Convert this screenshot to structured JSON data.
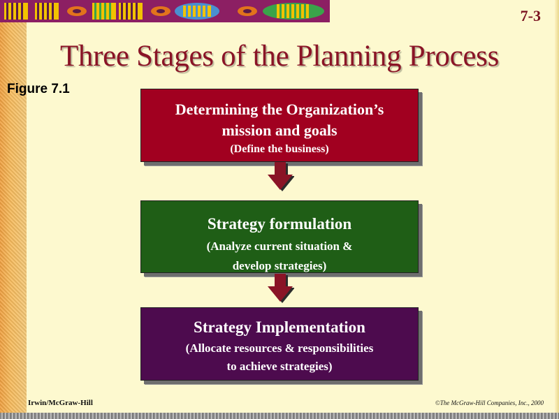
{
  "slide": {
    "number": "7-3",
    "title": "Three Stages of the Planning Process",
    "figure_label": "Figure  7.1"
  },
  "stages": [
    {
      "main_line1": "Determining the Organization’s",
      "main_line2": "mission and goals",
      "sub_line1": "(Define the business)",
      "color": "#a10020"
    },
    {
      "main_line1": "Strategy formulation",
      "sub_line1": "(Analyze current situation &",
      "sub_line2": "develop strategies)",
      "color": "#1f5e16"
    },
    {
      "main_line1": "Strategy Implementation",
      "sub_line1": "(Allocate resources & responsibilities",
      "sub_line2": "to achieve strategies)",
      "color": "#4d0b4e"
    }
  ],
  "footer": {
    "publisher": "Irwin/McGraw-Hill",
    "copyright": "©The McGraw-Hill Companies, Inc., 2000"
  },
  "theme": {
    "background": "#fdf9cf",
    "title_color": "#8a1426",
    "arrow_color": "#8a1426",
    "left_band": "#f4b35a"
  },
  "icons": {
    "arrow": "down-arrow-icon",
    "banner": "decorative-pattern-banner"
  }
}
